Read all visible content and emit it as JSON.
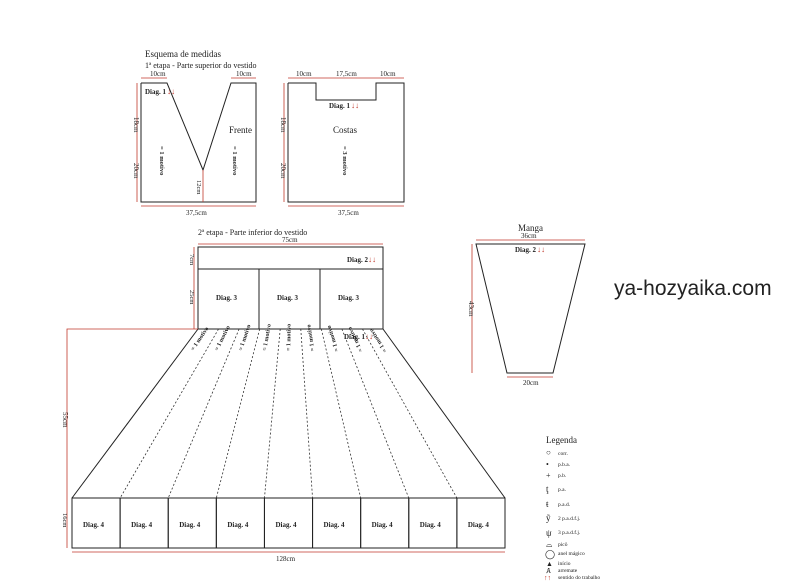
{
  "header": {
    "title": "Esquema de medidas",
    "stage1": "1ª etapa - Parte superior do vestido"
  },
  "front": {
    "label": "Frente",
    "diag": "Diag. 1",
    "arrows": "↓↓",
    "w_left": "10cm",
    "w_right": "10cm",
    "h_top": "18cm",
    "h_bottom": "20cm",
    "v_depth": "12cm",
    "width": "37,5cm",
    "motif_left": "= 1 motivo",
    "motif_right": "= 1 motivo"
  },
  "back": {
    "label": "Costas",
    "diag": "Diag. 1",
    "arrows": "↓↓",
    "w_left": "10cm",
    "w_mid": "17,5cm",
    "w_right": "10cm",
    "h_top": "18cm",
    "h_bottom": "20cm",
    "width": "37,5cm",
    "motif": "= 3 motivo"
  },
  "stage2": {
    "title": "2ª etapa - Parte inferior do vestido",
    "width_top": "75cm",
    "band_h": "7cm",
    "band_diag": "Diag. 2",
    "arrows": "↓↓",
    "mid_h": "25cm",
    "mid_cells": [
      "Diag. 3",
      "Diag. 3",
      "Diag. 3"
    ],
    "skirt_diag": "Diag. 1",
    "skirt_h": "55cm",
    "motif": "= 1 motivo",
    "bottom_h": "16cm",
    "bottom_cells": [
      "Diag. 4",
      "Diag. 4",
      "Diag. 4",
      "Diag. 4",
      "Diag. 4",
      "Diag. 4",
      "Diag. 4",
      "Diag. 4",
      "Diag. 4"
    ],
    "width_bottom": "128cm"
  },
  "sleeve": {
    "title": "Manga",
    "top": "36cm",
    "diag": "Diag. 2",
    "arrows": "↓↓",
    "height": "43cm",
    "bottom": "20cm"
  },
  "watermark": "ya-hozyaika.com",
  "legend": {
    "title": "Legenda",
    "items": [
      {
        "symbol": "○",
        "text": "corr."
      },
      {
        "symbol": "•",
        "text": "p.b.a."
      },
      {
        "symbol": "+",
        "text": "p.b."
      },
      {
        "symbol": "ţ",
        "text": "p.a."
      },
      {
        "symbol": "ŧ",
        "text": "p.a.d."
      },
      {
        "symbol": "ỹ",
        "text": "2 p.a.d.f.j."
      },
      {
        "symbol": "ψ",
        "text": "3 p.a.d.f.j."
      },
      {
        "symbol": "⌓",
        "text": "picô"
      },
      {
        "symbol": "◯",
        "text": "anel mágico"
      },
      {
        "symbol": "▲",
        "text": "início"
      },
      {
        "symbol": "Ⱥ",
        "text": "arremate"
      },
      {
        "symbol": "↑↑",
        "text": "sentido do trabalho"
      }
    ]
  }
}
